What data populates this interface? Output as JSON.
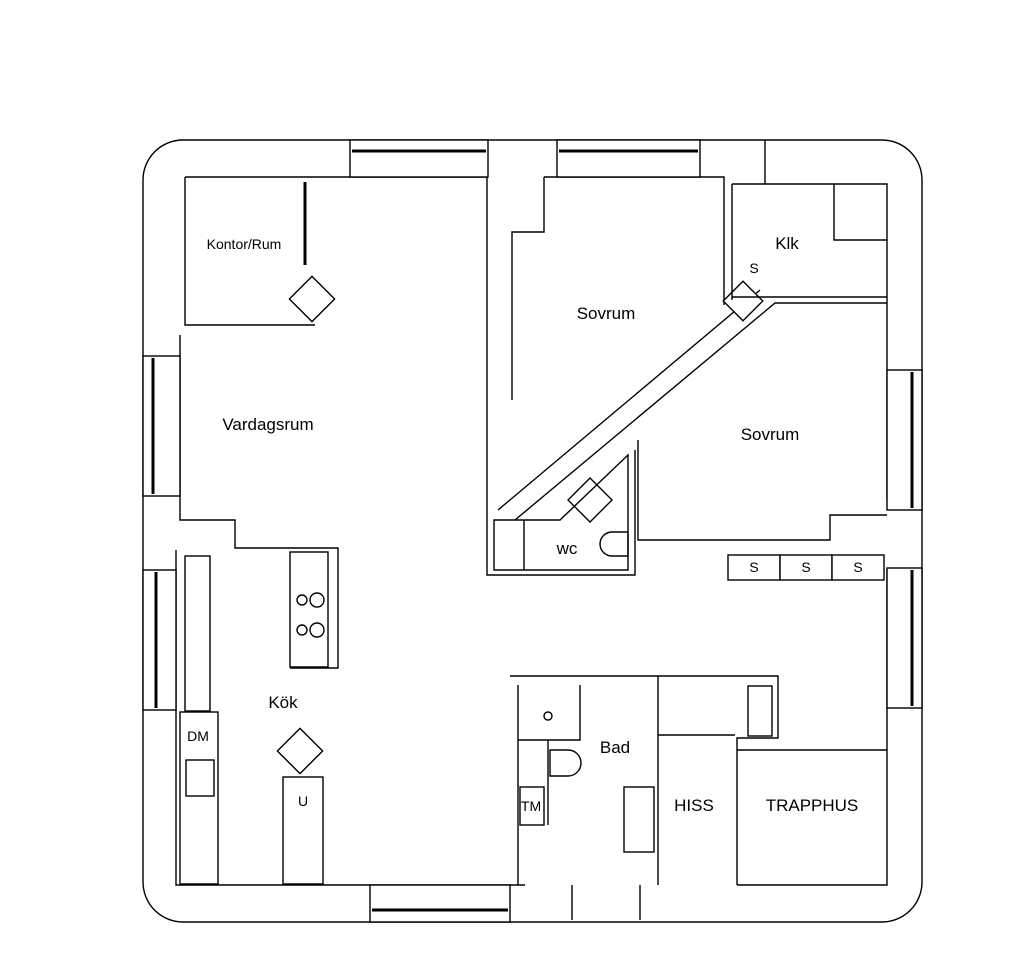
{
  "rooms": {
    "office": "Kontor/Rum",
    "living": "Vardagsrum",
    "bedroom1": "Sovrum",
    "bedroom2": "Sovrum",
    "closet": "Klk",
    "closet_s": "S",
    "wc": "wc",
    "wardrobes": [
      "S",
      "S",
      "S"
    ],
    "kitchen": "Kök",
    "dishwasher": "DM",
    "oven": "U",
    "bath": "Bad",
    "washer": "TM",
    "elevator": "HISS",
    "stairwell": "TRAPPHUS"
  }
}
